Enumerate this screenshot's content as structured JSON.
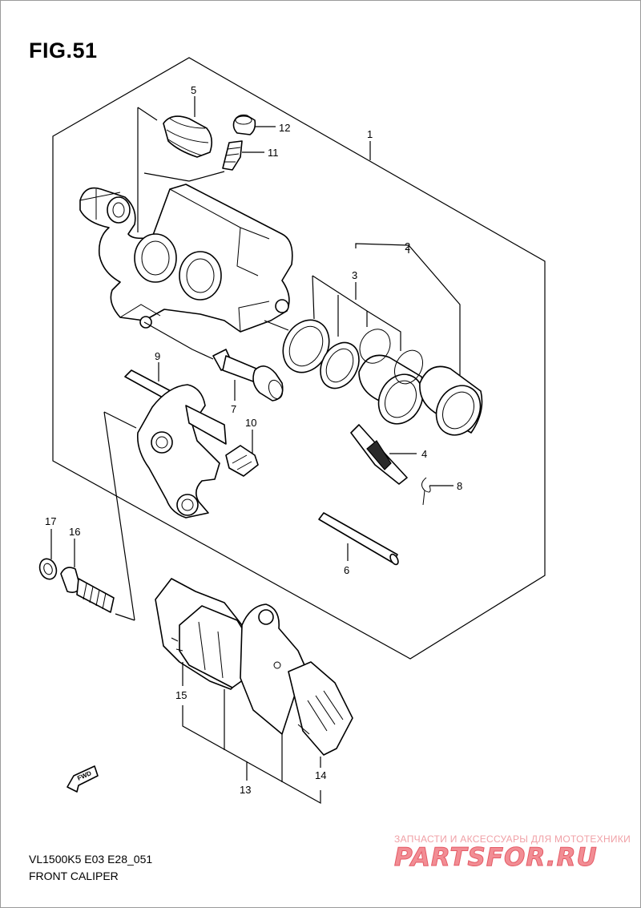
{
  "figure": {
    "title": "FIG.51"
  },
  "callouts": {
    "c1": "1",
    "c2": "2",
    "c3": "3",
    "c4": "4",
    "c5": "5",
    "c6": "6",
    "c7": "7",
    "c8": "8",
    "c9": "9",
    "c10": "10",
    "c11": "11",
    "c12": "12",
    "c13": "13",
    "c14": "14",
    "c15": "15",
    "c16": "16",
    "c17": "17"
  },
  "direction_badge": {
    "label": "FWD",
    "icon": "fwd-arrow-icon"
  },
  "footer": {
    "code": "VL1500K5 E03 E28_051",
    "name": "FRONT CALIPER"
  },
  "watermark": {
    "caption": "ЗАПЧАСТИ И АКСЕССУАРЫ ДЛЯ МОТОТЕХНИКИ",
    "logo": "PARTSFOR.RU",
    "color": "#f28d94"
  }
}
